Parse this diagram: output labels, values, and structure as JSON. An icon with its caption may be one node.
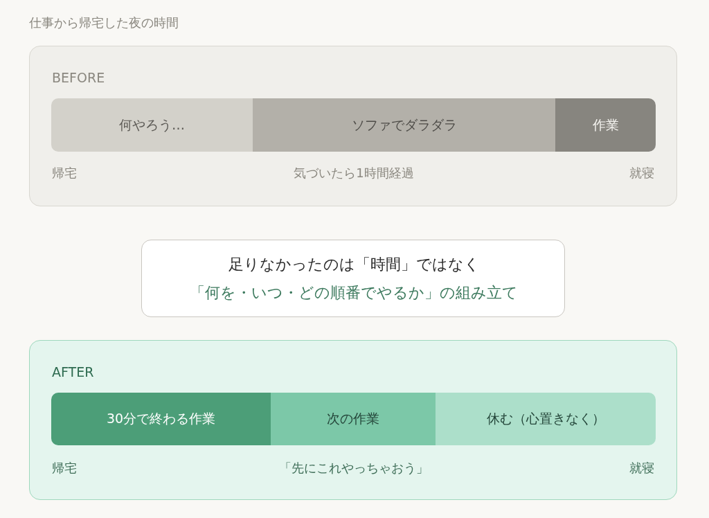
{
  "diagram": {
    "title": "仕事から帰宅した夜の時間",
    "nodes": [
      {
        "text": [
          "BEFORE",
          "帰宅",
          "気づいたら1時間経過",
          "就寝"
        ]
      },
      {
        "text": [
          "何やろう…"
        ],
        "in": 0
      },
      {
        "text": [
          "ソファでダラダラ"
        ],
        "in": 0
      },
      {
        "text": [
          "作業"
        ],
        "in": 0
      },
      {
        "text": [
          "足りなかったのは「時間」ではなく",
          "「何を・いつ・どの順番でやるか」の組み立て"
        ]
      },
      {
        "text": [
          "AFTER",
          "帰宅",
          "「先にこれやっちゃおう」",
          "就寝"
        ]
      },
      {
        "text": [
          "30分で終わる作業"
        ],
        "in": 5
      },
      {
        "text": [
          "次の作業"
        ],
        "in": 5
      },
      {
        "text": [
          "休む（心置きなく）"
        ],
        "in": 5
      }
    ]
  }
}
